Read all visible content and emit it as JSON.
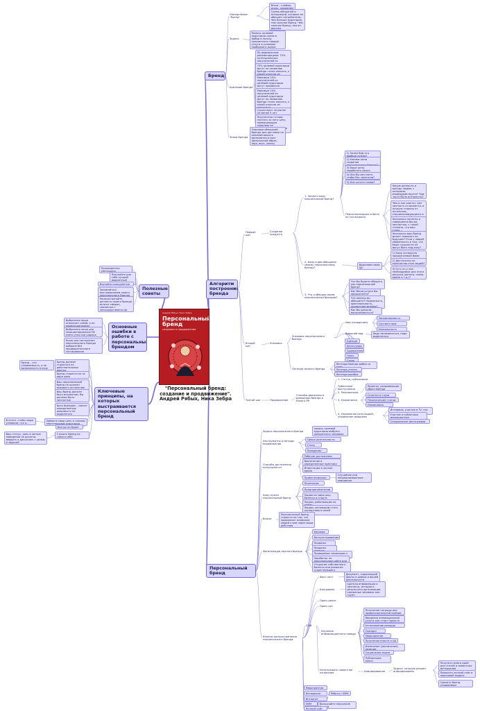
{
  "book": {
    "author": "Андрей Рябых, Ника Зебра",
    "title": "Персональный бренд",
    "subtitle": "создание и продвижение"
  },
  "caption": "\"Персональный бренд: создание и продвижение\". Андрей Рябых, Ника Зебра",
  "nodes": [
    {
      "id": "brand",
      "text": "Бренд"
    },
    {
      "id": "b_def",
      "text": "Определение \"Бренд\""
    },
    {
      "id": "b_def1",
      "text": "Brand – клеймо, огонь, пламенем"
    },
    {
      "id": "b_def2",
      "text": "Сумма обещаний и ассоциаций, которые он обещает потребителю. Чем больше аудитория, тем сильнее бренд. Чем сильнее бренд, тем он дороже."
    },
    {
      "id": "b_task",
      "text": "Задача"
    },
    {
      "id": "b_task1",
      "text": "Помочь целевой аудитории сделать выбор в пользу конкретного товара/услуги в условиях свободного рынка"
    },
    {
      "id": "b_crit",
      "text": "Критерии бренда"
    },
    {
      "id": "b_crit1",
      "text": "По формальным рекомендациям: 75% потенциальных покупателей из целевой аудитории"
    },
    {
      "id": "b_crit2",
      "text": "75% целевой аудитории могут по названию бренда точно описать, к какой отрасли он относится."
    },
    {
      "id": "b_crit3",
      "text": "Минимум 20% покупателей из целевой аудитории могут правильно назвать основные атрибуты бренда"
    },
    {
      "id": "b_crit4",
      "text": "Минимум 20% покупателей из целевой аудитории могут по названию бренда точно описать, к какой отрасли он относится"
    },
    {
      "id": "b_crit5",
      "text": "Существует на рынке не менее 5 лет"
    },
    {
      "id": "b_crit6",
      "text": "Покупатели готовы платить за него цену, превышающую среднюю на аналогичные товары в категории"
    },
    {
      "id": "b_sign",
      "text": "Знаки бренда"
    },
    {
      "id": "b_sign1",
      "text": "Упаковка обещаний бренда для доставки по каналам вашего восприятия в мозг (визуальный образ, звук, вкус, запах)"
    },
    {
      "id": "algo",
      "text": "Алгоритм построения бренда"
    },
    {
      "id": "a_first",
      "text": "Первый шаг"
    },
    {
      "id": "a_create",
      "text": "Создание продукта"
    },
    {
      "id": "a_q1",
      "text": "1. Зачем и кому персональный бренд?"
    },
    {
      "id": "a_q1a",
      "text": "1) Зачем Вам это вообще нужно?"
    },
    {
      "id": "a_q1b",
      "text": "2) Каковы цели создания персонального бренда?"
    },
    {
      "id": "a_q1c",
      "text": "3) Ваша цель: заработать много денег?"
    },
    {
      "id": "a_q1d",
      "text": "4) Или Вы мечтаете, чтобы Вас заметили?"
    },
    {
      "id": "a_q1e",
      "text": "5) Или хотите славы?"
    },
    {
      "id": "a_q1f",
      "text": "Персонализируем ответы на эти вопросы"
    },
    {
      "id": "a_q1g",
      "text": "Какую ценность и выгоду людям, с которыми взаимодействуете? Чем часто была интересны?"
    },
    {
      "id": "a_q1h",
      "text": "Чем и как смогли, чем личность отличаются, в лучшую сторону от остальных, специализирующихся в той же сфере?"
    },
    {
      "id": "a_q1i",
      "text": "Насколько понятно и совершенно Вы вы личностью, к такой степени, что ваш стиль…"
    },
    {
      "id": "a_q1j",
      "text": "Насколько ваш бренд может повлиять на будущее? Если у людей уверенность в том, что ваши трудности не могут быть под силу?"
    },
    {
      "id": "a_q2",
      "text": "2. Кому и два обещания своему персональному бренду?"
    },
    {
      "id": "a_q2a",
      "text": "Выделяем свою ЦА"
    },
    {
      "id": "a_q2b",
      "text": "1) Кому интересно предлагаемый Вами товар?"
    },
    {
      "id": "a_q2c",
      "text": "2) Достаточно ли количества этих людей?"
    },
    {
      "id": "a_q2d",
      "text": "3) Есть ли у них необходимые для этого ресурсы (деньги, связи, время и т.д.)?"
    },
    {
      "id": "a_q3",
      "text": "3. Что я обещаю своим персональным брендом?"
    },
    {
      "id": "a_q3a",
      "text": "Что Вы будете обещать, как персональный бренд?"
    },
    {
      "id": "a_q3b",
      "text": "Как Ваши услуги Вы предлагаете?"
    },
    {
      "id": "a_q3c",
      "text": "Что именно вы обещаете? Надежность, оригинальность, экспертное мнение?"
    },
    {
      "id": "a_q3d",
      "text": "Как Вы должны восприниматься?"
    },
    {
      "id": "a_second",
      "text": "Второй шаг"
    },
    {
      "id": "a_pack",
      "text": "Упаковка"
    },
    {
      "id": "a_pack1",
      "text": "Упаковка персонального бренда"
    },
    {
      "id": "a_name",
      "text": "Имя (псевдоним)"
    },
    {
      "id": "a_name1",
      "text": "Запоминаемость"
    },
    {
      "id": "a_name2",
      "text": "Соответствие"
    },
    {
      "id": "a_name3",
      "text": "Уникальность"
    },
    {
      "id": "a_look",
      "text": "Внешний вид"
    },
    {
      "id": "a_look1",
      "text": "Надо запоминаться, надо выделяться"
    },
    {
      "id": "a_look2",
      "text": "Одежда"
    },
    {
      "id": "a_look3",
      "text": "Аксессуары"
    },
    {
      "id": "a_look4",
      "text": "Содержание"
    },
    {
      "id": "a_look5",
      "text": "Голос"
    },
    {
      "id": "a_look6",
      "text": "Стиль"
    },
    {
      "id": "a_legend",
      "text": "Легенда личного бренда"
    },
    {
      "id": "a_leg1",
      "text": "Легенды бренда добро со злом"
    },
    {
      "id": "a_leg2",
      "text": "Легенда успеха"
    },
    {
      "id": "a_leg3",
      "text": "Легенда-ошибки"
    },
    {
      "id": "a_third",
      "text": "Третий шаг"
    },
    {
      "id": "a_promo",
      "text": "Продвижение"
    },
    {
      "id": "a_promo1",
      "text": "Способы движения и доведения бренда в Какого PR"
    },
    {
      "id": "a_p1",
      "text": "1. Статьи, публикации"
    },
    {
      "id": "a_p1a",
      "text": "Публичные выступления"
    },
    {
      "id": "a_p2",
      "text": "2. Персонально"
    },
    {
      "id": "a_p2a",
      "text": "Проекты, разрывающие образ бренда"
    },
    {
      "id": "a_p3",
      "text": "3. Упоминания"
    },
    {
      "id": "a_p3a",
      "text": "Сплетни и слухи"
    },
    {
      "id": "a_p3b",
      "text": "Тематические статьи"
    },
    {
      "id": "a_p3c",
      "text": "Упоминания"
    },
    {
      "id": "a_p4",
      "text": "4. Управление репутацией, управление имиджем"
    },
    {
      "id": "a_p4a",
      "text": "Интервью, участие в TV, это шоу"
    },
    {
      "id": "a_p4b",
      "text": "Участие в публичных мероприятиях"
    },
    {
      "id": "a_p4c",
      "text": "Специальные фотографии"
    },
    {
      "id": "tips",
      "text": "Полезные советы"
    },
    {
      "id": "t1",
      "text": "Пропиаритесь уменьшить"
    },
    {
      "id": "t2",
      "text": "Покупайте для себя лучший фирменный продукт"
    },
    {
      "id": "t3",
      "text": "Изучайте конкурентов"
    },
    {
      "id": "t4",
      "text": "Занимайтесь выстраиванием своего персонального бренда"
    },
    {
      "id": "t5",
      "text": "Распространяйте ценность своего бренда во всех сферах, связанных с непосредственно ЦА"
    },
    {
      "id": "errors",
      "text": "Основные ошибки в работе с персональным брендом"
    },
    {
      "id": "e1",
      "text": "Выбранная ниша отвлекает собой, а не профессионализм"
    },
    {
      "id": "e2",
      "text": "Выбранная ниша для позиционирования ПБ очень узка или широка"
    },
    {
      "id": "e3",
      "text": "Ниша для построения персонального бренда выбрана без предварительного тестирования"
    },
    {
      "id": "principles",
      "text": "Ключевые принципы, на которых выстраивается персональный бренд"
    },
    {
      "id": "pr_brand",
      "text": "Бренд – это узнаваемость, а не возможность в игре"
    },
    {
      "id": "pr1",
      "text": "Бренд должен строиться на действительных фактах"
    },
    {
      "id": "pr2",
      "text": "Бренд строится не за один день"
    },
    {
      "id": "pr3",
      "text": "Ваш персональный бренд не должен вызывать антипатию"
    },
    {
      "id": "pr4",
      "text": "Ваш бренд должен быть искренним, Вы должны быть личностью"
    },
    {
      "id": "pr5",
      "text": "Быть брендом – значит определенную решимость не выделяться"
    },
    {
      "id": "pr6",
      "text": "Займите свою цель в головах персональной аудитории"
    },
    {
      "id": "pr7",
      "text": "Всегда ли будет"
    },
    {
      "id": "pr8",
      "text": "Строить бренд на самого себя"
    },
    {
      "id": "pr_l1",
      "text": "В итоге, чтобы люди узнавали, что я…"
    },
    {
      "id": "pr_l2",
      "text": "Ваш статус, роль в лагере поведении не должны вводить в диссонанс с целью и задачей"
    },
    {
      "id": "personal",
      "text": "Персональный бренд"
    },
    {
      "id": "p_task",
      "text": "Задача персонального бренда"
    },
    {
      "id": "p_task1",
      "text": "помочь целевой аудитории выбрать конкретного человека"
    },
    {
      "id": "p_tools",
      "text": "Инструменты и методы продвижения"
    },
    {
      "id": "p_tools1",
      "text": "Сфера деятельности"
    },
    {
      "id": "p_tools2",
      "text": "Стиль"
    },
    {
      "id": "p_tools3",
      "text": "Поведение"
    },
    {
      "id": "p_ways",
      "text": "Способы достижения популярности"
    },
    {
      "id": "p_ways1",
      "text": "Рабочие достижения"
    },
    {
      "id": "p_ways2",
      "text": "Вовлечение в определенные практики"
    },
    {
      "id": "p_ways3",
      "text": "Инвестиции в личное время"
    },
    {
      "id": "p_ways4",
      "text": "Приём внимания"
    },
    {
      "id": "p_ways5",
      "text": "Случайное или непреднамеренное поведение"
    },
    {
      "id": "p_who",
      "text": "Кому нужен персональный бренд"
    },
    {
      "id": "p_who1",
      "text": "Политикам"
    },
    {
      "id": "p_who2",
      "text": "Предпринимателям"
    },
    {
      "id": "p_who3",
      "text": "Людям из мира шоу-бизнеса и спорта"
    },
    {
      "id": "p_who4",
      "text": "Людям, работающим по найму"
    },
    {
      "id": "p_who5",
      "text": "Людям, желающим стать экспертами в своей области"
    },
    {
      "id": "p_imp",
      "text": "Важно"
    },
    {
      "id": "p_imp1",
      "text": "Персональный бренд строится на том, что привлекает внимание людей к вам через ваши действия"
    },
    {
      "id": "p_mon",
      "text": "Монетизация личного бренда"
    },
    {
      "id": "p_mon1",
      "text": "Карьера"
    },
    {
      "id": "p_mon2",
      "text": "Консультирование"
    },
    {
      "id": "p_mon3",
      "text": "Продажа услуг"
    },
    {
      "id": "p_mon4",
      "text": "Продажа товаров"
    },
    {
      "id": "p_mon5",
      "text": "Проведение семинаров и тренингов"
    },
    {
      "id": "p_mon6",
      "text": "Заработок на персональном сайте или блоге"
    },
    {
      "id": "p_mon7",
      "text": "Открытие собственного бизнеса или развитие существующего"
    },
    {
      "id": "p_ch",
      "text": "Каналы распространения персонального бренда"
    },
    {
      "id": "p_ch1",
      "text": "Факт-лист"
    },
    {
      "id": "p_ch1a",
      "text": "Документ, содержащий факты и цифры о вашей деятельности"
    },
    {
      "id": "p_ch2",
      "text": "Биография"
    },
    {
      "id": "p_ch2a",
      "text": "краткая информация о личности, история и результаты организации, связанные человека или групп"
    },
    {
      "id": "p_ch3",
      "text": "Пресс-релиз"
    },
    {
      "id": "p_ch4",
      "text": "Пресс-кит"
    },
    {
      "id": "p_smi",
      "text": "СМИ"
    },
    {
      "id": "p_smi1",
      "text": "Изучение информационного повода"
    },
    {
      "id": "p_smi1a",
      "text": "Получение награды или профессиональной премии"
    },
    {
      "id": "p_smi1b",
      "text": "Введение инновационной услуги или старт проекта"
    },
    {
      "id": "p_smi1c",
      "text": "Установление рекорда"
    },
    {
      "id": "p_smi1d",
      "text": "Скандал"
    },
    {
      "id": "p_smi1e",
      "text": "Мероприятие"
    },
    {
      "id": "p_smi1f",
      "text": "Получение власти и ЦА"
    },
    {
      "id": "p_smi1g",
      "text": "Изменение (увеличение) позиции"
    },
    {
      "id": "p_smi1h",
      "text": "Социальная акция"
    },
    {
      "id": "p_smi1i",
      "text": "Публикация книги"
    },
    {
      "id": "p_new",
      "text": "Использовать новостное начинание"
    },
    {
      "id": "p_new1",
      "text": "Инициирование"
    },
    {
      "id": "p_new2",
      "text": "Задача, которую решает инициирование"
    },
    {
      "id": "p_new3",
      "text": "Получить много идей для статей и новостных материалов"
    },
    {
      "id": "p_new4",
      "text": "Повысить личный сайт в поисковой выдаче"
    },
    {
      "id": "p_new5",
      "text": "Сделать бренд узнаваемым"
    },
    {
      "id": "p_ev",
      "text": "Мероприятия"
    },
    {
      "id": "p_net",
      "text": "Нетворкинг"
    },
    {
      "id": "p_int",
      "text": "Интернет"
    },
    {
      "id": "p_int1",
      "text": "Работа с SMM"
    },
    {
      "id": "p_smm",
      "text": "SMM"
    },
    {
      "id": "p_smm1",
      "text": "Выходчайте персонале бренда"
    },
    {
      "id": "p_site",
      "text": "Личный сайт"
    }
  ]
}
